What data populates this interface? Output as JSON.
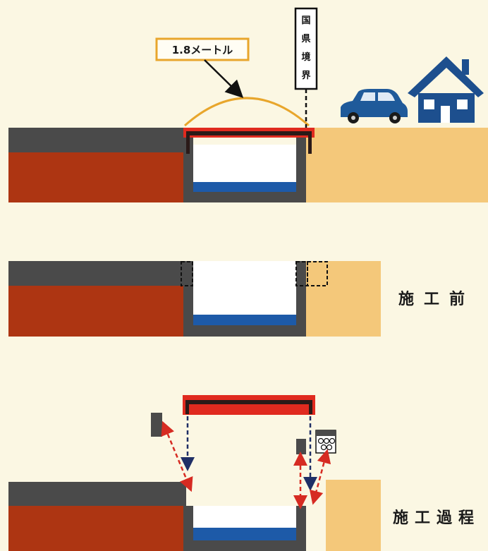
{
  "panel1": {
    "callout": "1.8メートル",
    "boundary_label": [
      "国",
      "県",
      "境",
      "界"
    ]
  },
  "panel2": {
    "stage_label": "施工前"
  },
  "panel3": {
    "stage_label": "施工過程"
  },
  "colors": {
    "background": "#fbf7e3",
    "asphalt": "#4a4a4a",
    "clay": "#ad3512",
    "sand": "#f4c87a",
    "water": "#1d5aa8",
    "slab_red": "#e02a1f",
    "slab_dark": "#2b1a18",
    "callout_border": "#e8a62c",
    "car": "#1f5a9a",
    "house": "#1d4f8e",
    "arrow_red": "#d62b22",
    "arrow_navy": "#1f2f66"
  },
  "icons": [
    "car-icon",
    "house-icon",
    "gabion-icon"
  ]
}
